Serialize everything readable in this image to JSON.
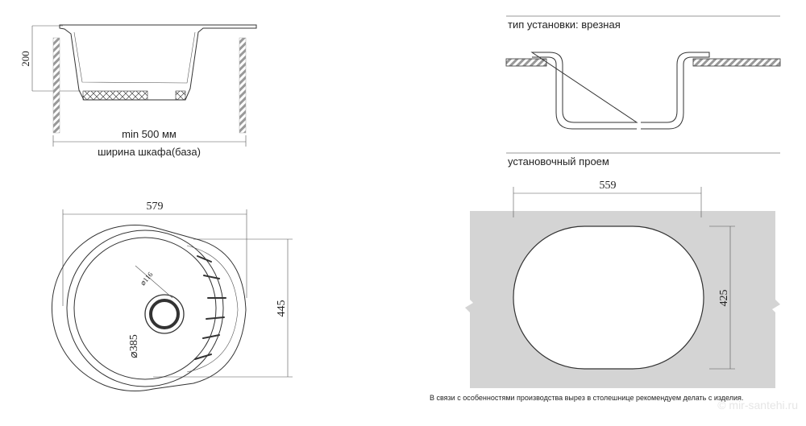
{
  "side_view": {
    "height_dim": "200",
    "min_width": "min 500 мм",
    "cabinet_label": "ширина шкафа(база)"
  },
  "install": {
    "type_label": "тип установки: врезная",
    "cutout_label": "установочный проем",
    "cutout_width": "559",
    "cutout_height": "425"
  },
  "top_view": {
    "width_dim": "579",
    "depth_dim": "445",
    "bowl_diameter": "⌀385",
    "drain_diameter": "⌀116"
  },
  "note": "В связи с особенностями производства вырез в столешнице рекомендуем делать с изделия.",
  "watermark": "© mir-santehi.ru",
  "colors": {
    "panel_gray": "#d4d4d4",
    "line": "#333333"
  }
}
